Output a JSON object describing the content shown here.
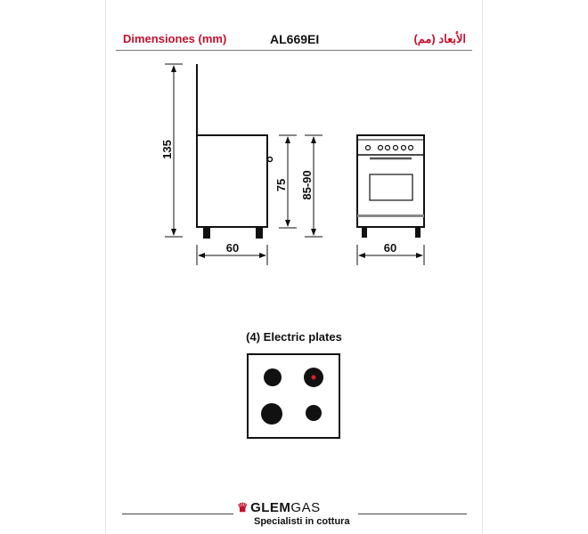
{
  "header": {
    "dimensions_label": "Dimensiones (mm)",
    "model": "AL669EI",
    "dimensions_label_ar": "الأبعاد (مم)"
  },
  "side_view": {
    "total_height": "135",
    "body_height": "75",
    "adjustable_height": "85-90",
    "depth": "60"
  },
  "front_view": {
    "width": "60"
  },
  "cooktop": {
    "title": "(4) Electric plates",
    "plates": 4
  },
  "footer": {
    "brand_bold": "GLEM",
    "brand_light": "GAS",
    "tagline": "Specialisti in cottura"
  },
  "colors": {
    "accent": "#c8102e",
    "ink": "#111111"
  }
}
